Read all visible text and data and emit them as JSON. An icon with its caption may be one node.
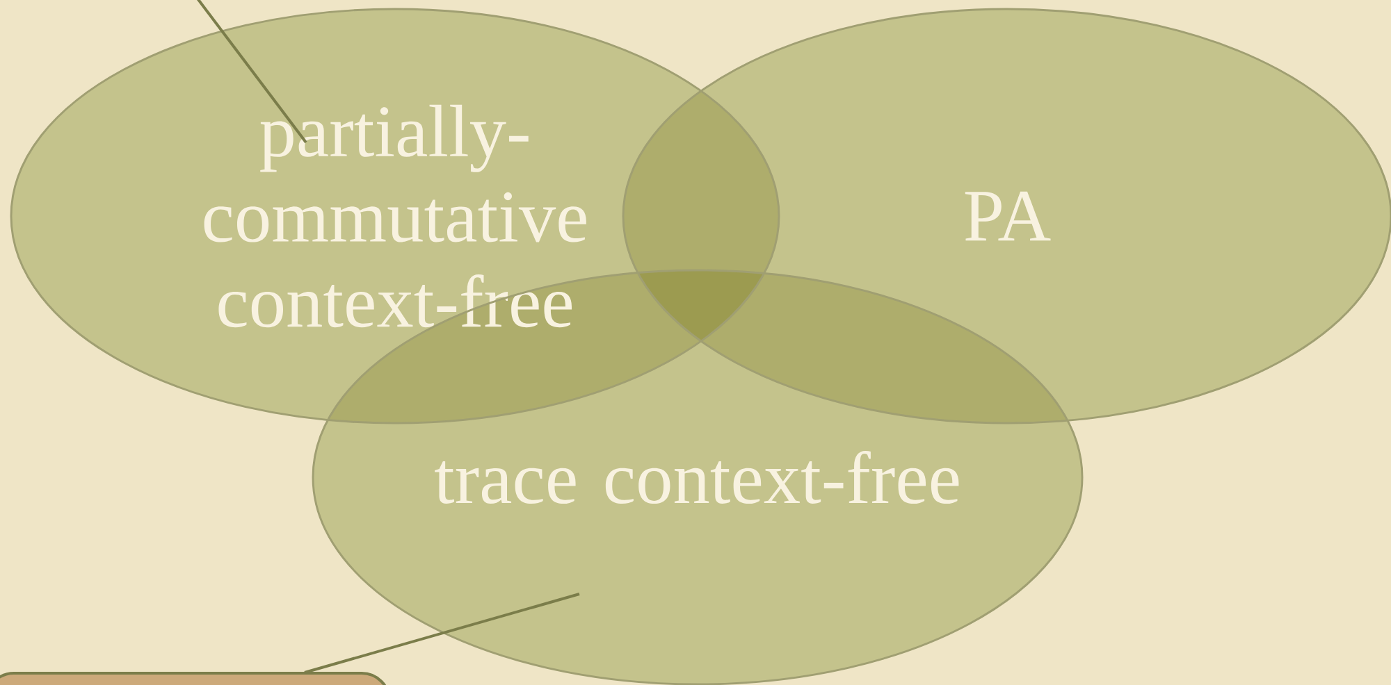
{
  "diagram": {
    "nodes": [
      {
        "text": [
          "partially-commutative context-free"
        ]
      },
      {
        "text": [
          "PA"
        ]
      },
      {
        "text": [
          "trace context-free"
        ]
      },
      {
        "text": [],
        "shape": "box"
      }
    ],
    "edges": [
      {
        "from": null,
        "to": 0,
        "arrow": "none"
      },
      {
        "from": 3,
        "to": 2,
        "arrow": "none"
      }
    ]
  }
}
